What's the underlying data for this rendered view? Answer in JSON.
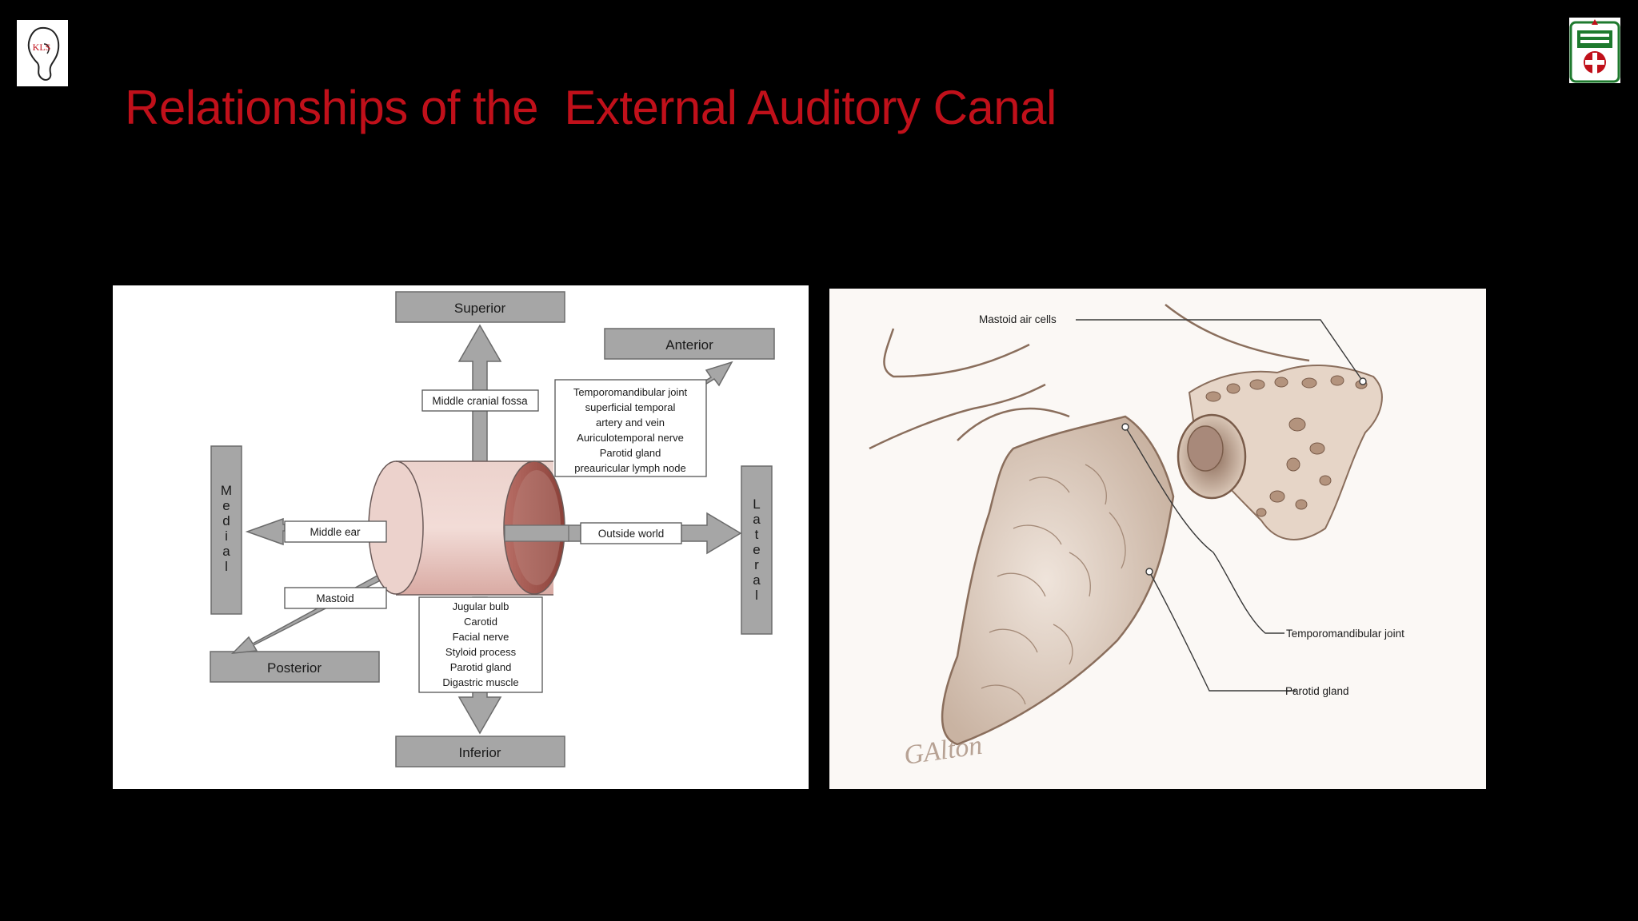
{
  "slide": {
    "title": "Relationships of the  External Auditory Canal"
  },
  "logos": {
    "left_text": "KLS",
    "left_icon": "ear-icon",
    "right_icon": "bsmmu-crest-icon"
  },
  "diagram": {
    "directions": {
      "superior": "Superior",
      "anterior": "Anterior",
      "inferior": "Inferior",
      "posterior": "Posterior",
      "medial": [
        "M",
        "e",
        "d",
        "i",
        "a",
        "l"
      ],
      "lateral": [
        "L",
        "a",
        "t",
        "e",
        "r",
        "a",
        "l"
      ]
    },
    "labels": {
      "middle_cranial_fossa": "Middle cranial fossa",
      "middle_ear": "Middle ear",
      "outside_world": "Outside world",
      "mastoid": "Mastoid"
    },
    "anterior_relations": [
      "Temporomandibular joint",
      "superficial temporal",
      "artery and vein",
      "Auriculotemporal nerve",
      "Parotid gland",
      "preauricular lymph node"
    ],
    "inferior_relations": [
      "Jugular bulb",
      "Carotid",
      "Facial nerve",
      "Styloid process",
      "Parotid gland",
      "Digastric muscle"
    ]
  },
  "illustration": {
    "labels": {
      "mastoid_air_cells": "Mastoid air cells",
      "temporomandibular_joint": "Temporomandibular joint",
      "parotid_gland": "Parotid gland"
    },
    "signature": "GAlton"
  },
  "colors": {
    "title": "#c0101a",
    "background": "#000000",
    "box_fill": "#a6a6a6",
    "canal_fill": "#e6c3bd"
  }
}
